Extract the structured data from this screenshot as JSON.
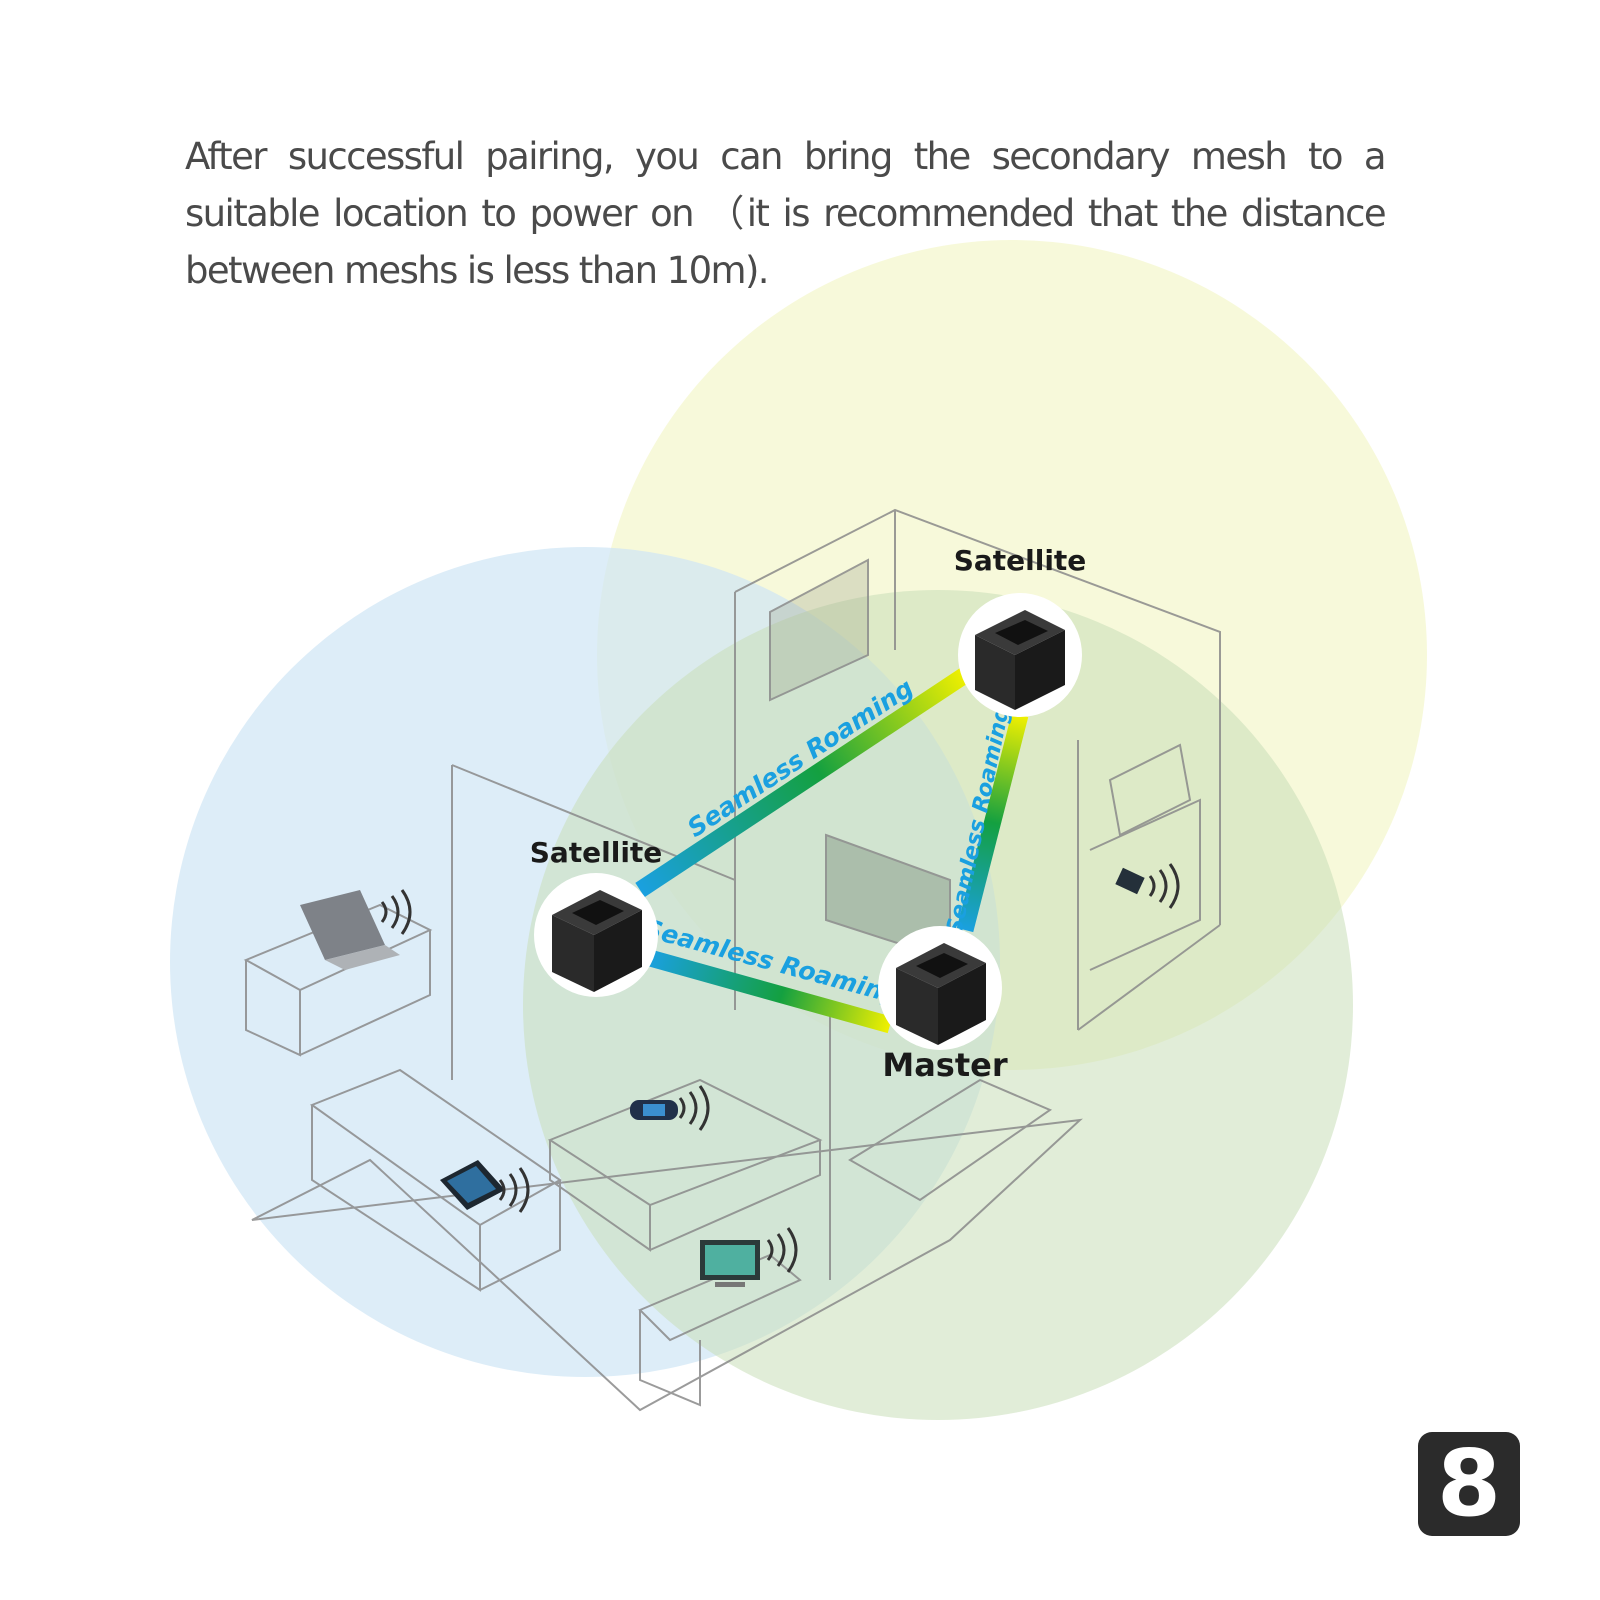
{
  "instruction": "After successful pairing, you can bring the secondary mesh to a suitable location to power on （it is recommended that the distance between meshs is less than 10m).",
  "nodes": {
    "satellite_top": "Satellite",
    "satellite_left": "Satellite",
    "master": "Master"
  },
  "links": {
    "top_left": "Seamless Roaming",
    "top_master": "Seamless Roaming",
    "left_master": "Seamless Roaming"
  },
  "page_number": "8",
  "colors": {
    "coverage_blue": "#d8ebf7",
    "coverage_yellow": "#f7f8d8",
    "coverage_green": "#dcebd0",
    "link_blue": "#1aa0e0",
    "link_green": "#14a040",
    "link_yellow": "#f0f000"
  }
}
